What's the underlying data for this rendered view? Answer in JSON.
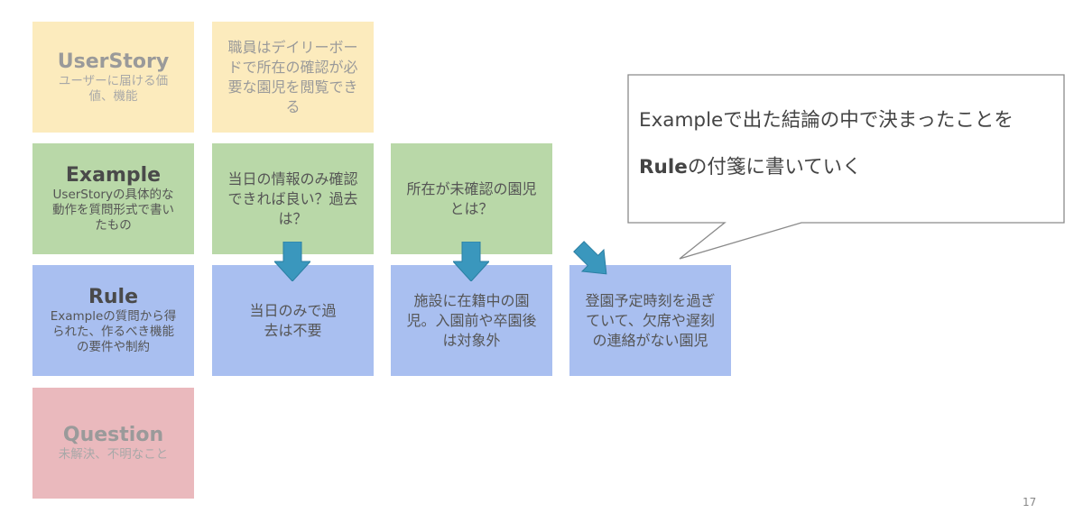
{
  "legend": {
    "userstory": {
      "title": "UserStory",
      "desc": "ユーザーに届ける価値、機能"
    },
    "example": {
      "title": "Example",
      "desc": "UserStoryの具体的な動作を質問形式で書いたもの"
    },
    "rule": {
      "title": "Rule",
      "desc": "Exampleの質問から得られた、作るべき機能の要件や制約"
    },
    "question": {
      "title": "Question",
      "desc": "未解決、不明なこと"
    }
  },
  "story": {
    "text": "職員はデイリーボードで所在の確認が必要な園児を閲覧できる"
  },
  "examples": [
    {
      "text": "当日の情報のみ確認できれば良い？過去は？"
    },
    {
      "text": "所在が未確認の園児とは？"
    }
  ],
  "rules": [
    {
      "text": "当日のみで過去は不要"
    },
    {
      "text": "施設に在籍中の園児。入園前や卒園後は対象外"
    },
    {
      "text": "登園予定時刻を過ぎていて、欠席や遅刻の連絡がない園児"
    }
  ],
  "callout": {
    "line1": "Exampleで出た結論の中で決まったことを",
    "line2_bold": "Rule",
    "line2_rest": "の付箋に書いていく"
  },
  "page_number": "17",
  "colors": {
    "userstory": "#fcebbd",
    "example": "#b9d8a8",
    "rule": "#a9bff0",
    "question": "#eab9bd",
    "arrow": "#3a97bd"
  },
  "icons": {
    "arrow": "arrow-down-icon",
    "arrow_diag": "arrow-down-right-icon"
  }
}
